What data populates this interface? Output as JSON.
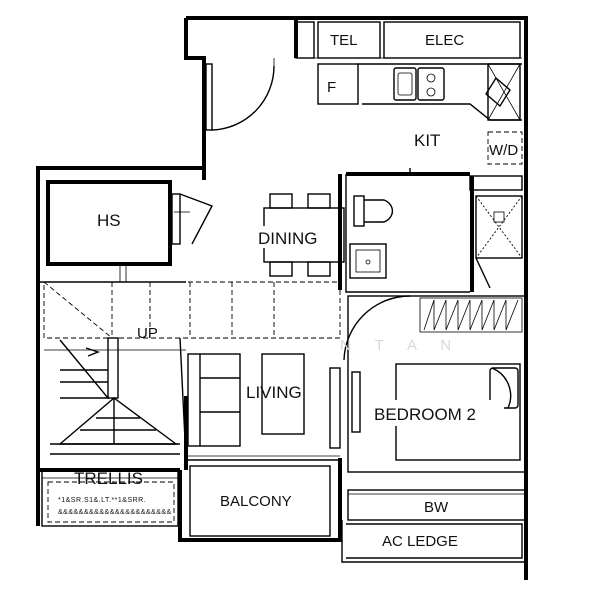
{
  "plan": {
    "labels": {
      "tel": "TEL",
      "elec": "ELEC",
      "fridge": "F",
      "kitchen": "KIT",
      "washer_dryer": "W/D",
      "household_shelter": "HS",
      "dining": "DINING",
      "up": "UP",
      "living": "LIVING",
      "bedroom2": "BEDROOM 2",
      "trellis": "TRELLIS",
      "balcony": "BALCONY",
      "bay_window": "BW",
      "ac_ledge": "AC LEDGE"
    },
    "trellis_notes": [
      "*1&SR.S1&.LT.**1&SRR.",
      "&&&&&&&&&&&&&&&&&&&&&&"
    ],
    "watermark": "N  T  A  N"
  }
}
